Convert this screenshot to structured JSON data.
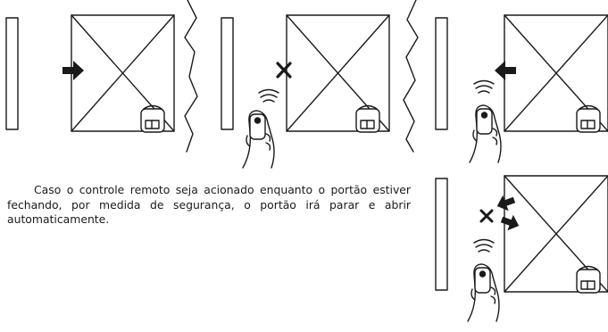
{
  "caption": "Caso o controle remoto seja acionado enquanto o portão estiver fechando, por medida de segurança, o portão irá parar e abrir automaticamente.",
  "colors": {
    "ink": "#1a1a1a",
    "background": "#ffffff"
  },
  "icons": [
    "gate-post",
    "gate-leaf",
    "gate-motor",
    "torn-edge",
    "push-arrow",
    "stop-cross",
    "hand-remote",
    "signal-waves"
  ],
  "panels": [
    {
      "name": "closing",
      "gate_motion": "closing"
    },
    {
      "name": "remote-pressed",
      "gate_motion": "stopped"
    },
    {
      "name": "reopening",
      "gate_motion": "opening"
    },
    {
      "name": "safety-reversal",
      "gate_motion": "reversing"
    }
  ]
}
